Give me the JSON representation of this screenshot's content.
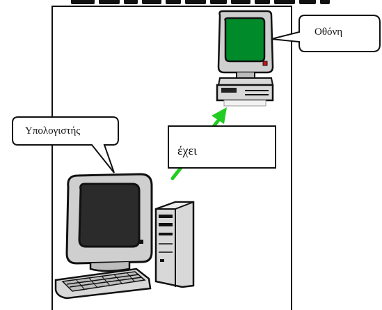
{
  "labels": {
    "screen": "Οθόνη",
    "computer": "Υπολογιστής",
    "relation": "έχει"
  },
  "colors": {
    "arrow": "#22cc22",
    "screen_green": "#008a2a",
    "screen_dark": "#2b2b2b",
    "monitor_body": "#cfcfcf",
    "power_led": "#d01010"
  },
  "icons": [
    "small-computer-icon",
    "large-computer-icon",
    "arrow-icon"
  ]
}
